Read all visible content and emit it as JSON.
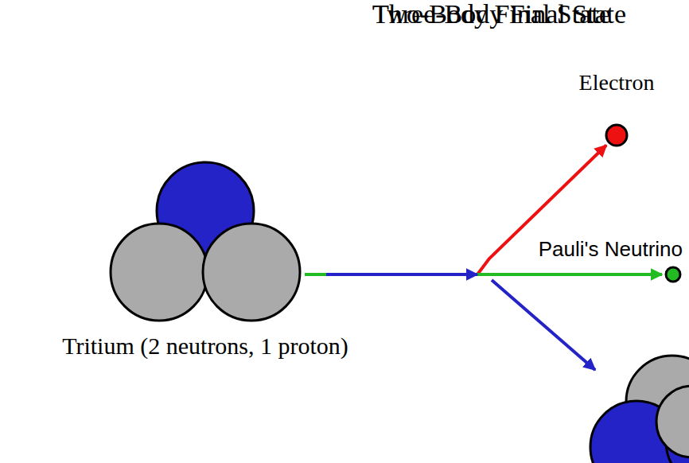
{
  "diagram": {
    "title": "Three-Body Final State",
    "nodes": [
      {
        "text": [
          "Tritium (2 neutrons, 1 proton)"
        ]
      },
      {
        "text": [
          "Electron"
        ]
      },
      {
        "text": [
          "Pauli's Neutrino"
        ]
      }
    ],
    "edges": [
      {
        "from": 0,
        "to": 1,
        "arrow": "to"
      },
      {
        "from": 0,
        "to": 2,
        "arrow": "to"
      }
    ],
    "labels": [
      "Two-Body Final State"
    ]
  }
}
